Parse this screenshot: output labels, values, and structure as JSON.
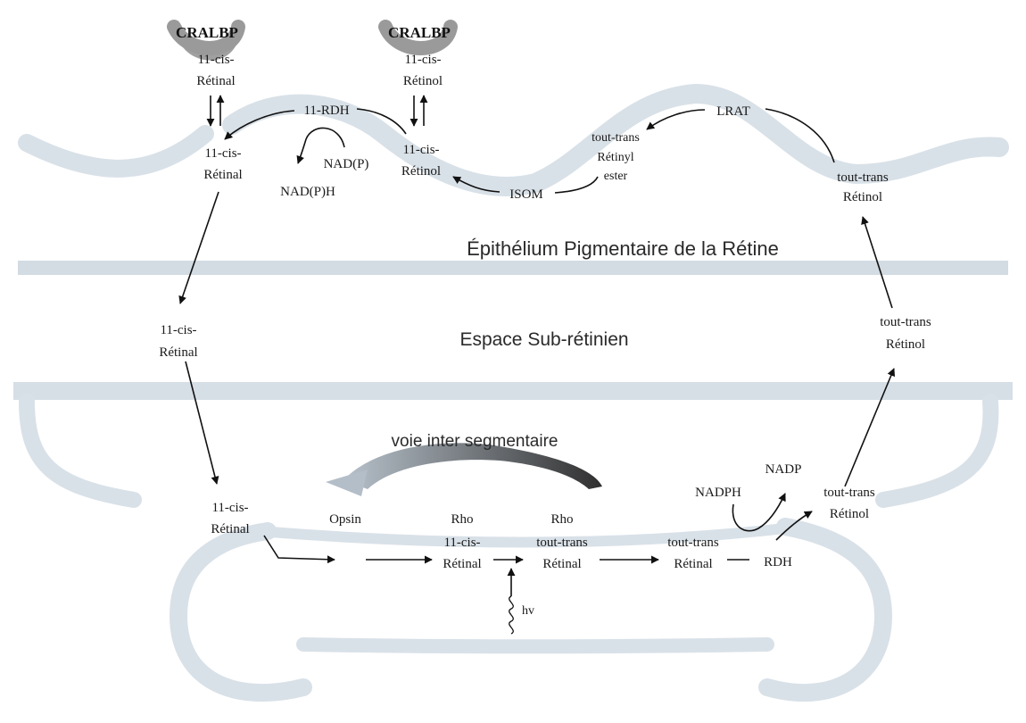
{
  "colors": {
    "membrane": "#d9e1e8",
    "membrane_dark": "#c8d2dc",
    "protein": "#8f8f8f",
    "arrow": "#111111",
    "curved_arrow_start": "#a8b2bc",
    "curved_arrow_end": "#2f2f2f"
  },
  "regions": {
    "rpe_label": "Épithélium Pigmentaire de la Rétine",
    "subretinal_label": "Espace Sub-rétinien"
  },
  "proteins": {
    "cralbp_left": "CRALBP",
    "cralbp_right": "CRALBP"
  },
  "rpe": {
    "cralbp_left_top": "11-cis-",
    "cralbp_left_bottom": "Rétinal",
    "cralbp_right_top": "11-cis-",
    "cralbp_right_bottom": "Rétinol",
    "retinal_top": "11-cis-",
    "retinal_bottom": "Rétinal",
    "retinol_top": "11-cis-",
    "retinol_bottom": "Rétinol",
    "rdh11": "11-RDH",
    "nadp": "NAD(P)",
    "nadph": "NAD(P)H",
    "isom": "ISOM",
    "ester_line1": "tout-trans",
    "ester_line2": "Rétinyl",
    "ester_line3": "ester",
    "lrat": "LRAT",
    "alltrans_top": "tout-trans",
    "alltrans_bottom": "Rétinol"
  },
  "subretinal": {
    "retinal_top": "11-cis-",
    "retinal_bottom": "Rétinal",
    "retinol_top": "tout-trans",
    "retinol_bottom": "Rétinol"
  },
  "photoreceptor": {
    "intersegment": "voie inter segmentaire",
    "retinal_top": "11-cis-",
    "retinal_bottom": "Rétinal",
    "opsin": "Opsin",
    "rho1_name": "Rho",
    "rho1_top": "11-cis-",
    "rho1_bottom": "Rétinal",
    "rho2_name": "Rho",
    "rho2_top": "tout-trans",
    "rho2_bottom": "Rétinal",
    "free_top": "tout-trans",
    "free_bottom": "Rétinal",
    "rdh": "RDH",
    "hv": "hv",
    "nadph": "NADPH",
    "nadp": "NADP",
    "out_top": "tout-trans",
    "out_bottom": "Rétinol"
  }
}
